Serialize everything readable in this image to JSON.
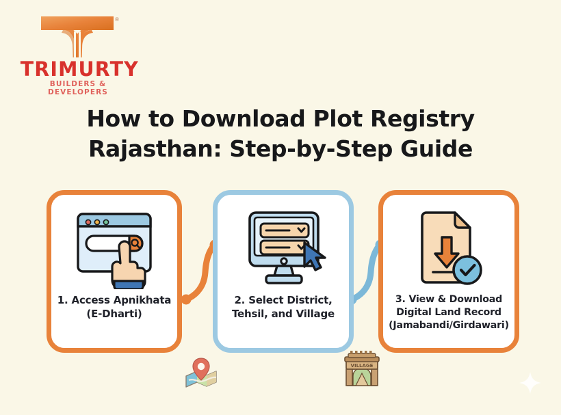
{
  "theme": {
    "background": "#faf7e7",
    "orange": "#e8823a",
    "orange_dark": "#d9701f",
    "blue": "#9cc9e2",
    "blue_mid": "#7cb8d8",
    "logo_red": "#d8312c",
    "logo_red_light": "#e0625c",
    "text_dark": "#17181a",
    "card_white": "#ffffff",
    "doc_cream": "#f6dcbb",
    "ink": "#17181a"
  },
  "brand": {
    "name": "TRIMURTY",
    "tagline": "BUILDERS & DEVELOPERS",
    "registered_mark": "®",
    "logo_icon": "trimurty-t-monogram"
  },
  "title": {
    "line1": "How to Download Plot Registry",
    "line2": "Rajasthan: Step-by-Step Guide"
  },
  "steps": [
    {
      "number": "1",
      "label_line1": "1. Access Apnikhata",
      "label_line2": "(E-Dharti)",
      "icon": "browser-search-hand-icon",
      "border_color": "#e8823a"
    },
    {
      "number": "2",
      "label_line1": "2. Select District,",
      "label_line2": "Tehsil, and Village",
      "icon": "monitor-dropdown-cursor-icon",
      "border_color": "#9cc9e2"
    },
    {
      "number": "3",
      "label_line1": "3. View & Download",
      "label_line2": "Digital Land Record",
      "label_line3": "(Jamabandi/Girdawari)",
      "icon": "document-download-check-icon",
      "border_color": "#e8823a"
    }
  ],
  "connectors": [
    {
      "from": "1",
      "to": "2",
      "color": "#e8823a",
      "shape": "s-curve"
    },
    {
      "from": "2",
      "to": "3",
      "color": "#7cb8d8",
      "shape": "s-curve"
    }
  ],
  "decorations": [
    {
      "icon": "map-location-pin-icon",
      "position": "below-between-card1-card2"
    },
    {
      "icon": "village-gate-icon",
      "label": "VILLAGE",
      "position": "below-between-card2-card3"
    },
    {
      "icon": "sparkle-star-icon",
      "position": "bottom-right"
    }
  ]
}
